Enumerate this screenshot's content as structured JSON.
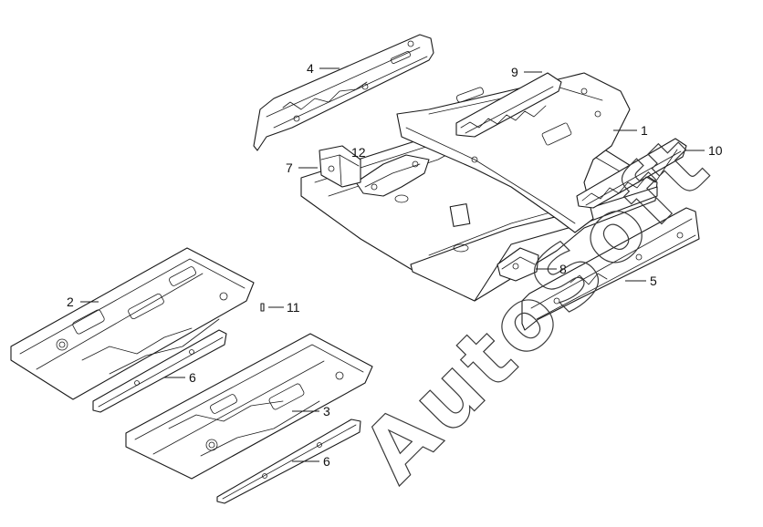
{
  "diagram": {
    "watermark": "AutoSoft",
    "callouts": [
      {
        "id": "1",
        "label": "1"
      },
      {
        "id": "2",
        "label": "2"
      },
      {
        "id": "3",
        "label": "3"
      },
      {
        "id": "4",
        "label": "4"
      },
      {
        "id": "5",
        "label": "5"
      },
      {
        "id": "6a",
        "label": "6"
      },
      {
        "id": "6b",
        "label": "6"
      },
      {
        "id": "7",
        "label": "7"
      },
      {
        "id": "8",
        "label": "8"
      },
      {
        "id": "9",
        "label": "9"
      },
      {
        "id": "10",
        "label": "10"
      },
      {
        "id": "11",
        "label": "11"
      },
      {
        "id": "12",
        "label": "12"
      }
    ]
  }
}
